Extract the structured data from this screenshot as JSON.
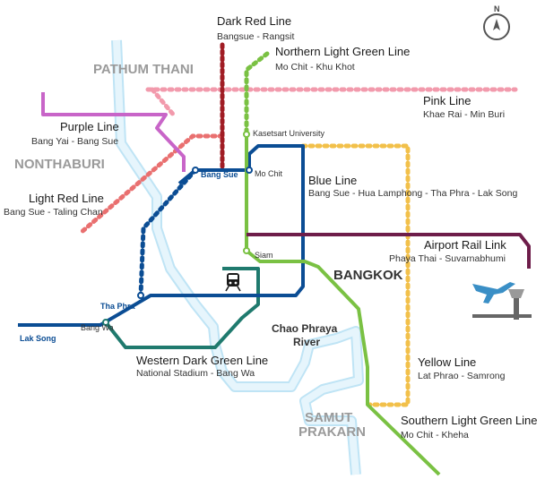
{
  "compass": {
    "letter": "N"
  },
  "regions": {
    "pathum_thani": "PATHUM THANI",
    "nonthaburi": "NONTHABURI",
    "bangkok": "BANGKOK",
    "samut_prakarn_1": "SAMUT",
    "samut_prakarn_2": "PRAKARN"
  },
  "river": {
    "line1": "Chao Phraya",
    "line2": "River"
  },
  "lines": {
    "dark_red": {
      "name": "Dark Red Line",
      "route": "Bangsue - Rangsit",
      "color": "#a01c24"
    },
    "northern_light_green": {
      "name": "Northern Light Green Line",
      "route": "Mo Chit - Khu Khot",
      "color": "#7ac143"
    },
    "pink": {
      "name": "Pink Line",
      "route": "Khae Rai - Min Buri",
      "color": "#f29aac"
    },
    "purple": {
      "name": "Purple Line",
      "route": "Bang Yai - Bang Sue",
      "color": "#c865c8"
    },
    "light_red": {
      "name": "Light Red Line",
      "route": "Bang Sue - Taling Chan",
      "color": "#e97070"
    },
    "blue": {
      "name": "Blue Line",
      "route": "Bang Sue - Hua Lamphong - Tha Phra - Lak Song",
      "color": "#0b4d94"
    },
    "airport_rail": {
      "name": "Airport Rail Link",
      "route": "Phaya Thai - Suvarnabhumi",
      "color": "#6e1d4a"
    },
    "western_dark_green": {
      "name": "Western Dark Green Line",
      "route": "National Stadium - Bang Wa",
      "color": "#1f7a6e"
    },
    "yellow": {
      "name": "Yellow Line",
      "route": "Lat Phrao - Samrong",
      "color": "#f2c04a"
    },
    "southern_light_green": {
      "name": "Southern Light Green Line",
      "route": "Mo Chit - Kheha",
      "color": "#7ac143"
    }
  },
  "stations": {
    "kasetsart": "Kasetsart University",
    "bang_sue": "Bang Sue",
    "mo_chit": "Mo Chit",
    "siam": "Siam",
    "tha_phra": "Tha Phra",
    "bang_wa": "Bang Wa",
    "lak_song": "Lak Song"
  },
  "icons": {
    "train": "train-icon",
    "airport": "airport-icon",
    "compass": "compass-icon"
  }
}
